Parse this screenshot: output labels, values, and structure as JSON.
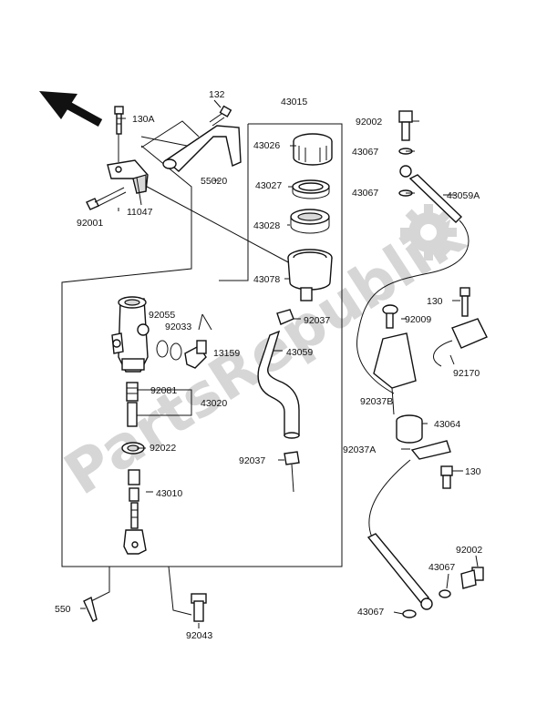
{
  "watermark": "PartsRepublik",
  "labels": {
    "l132": "132",
    "l43015": "43015",
    "l130A": "130A",
    "l92002_top": "92002",
    "l43026": "43026",
    "l43067_a": "43067",
    "l43027": "43027",
    "l43067_b": "43067",
    "l55020": "55020",
    "l43059A": "43059A",
    "l43028": "43028",
    "l92001": "92001",
    "l11047": "11047",
    "l43078": "43078",
    "l130": "130",
    "l92055": "92055",
    "l92037_top": "92037",
    "l92009": "92009",
    "l92033": "92033",
    "l13159": "13159",
    "l43059": "43059",
    "l92170": "92170",
    "l92081": "92081",
    "l43020": "43020",
    "l92037B": "92037B",
    "l43064": "43064",
    "l92022": "92022",
    "l92037_mid": "92037",
    "l92037A": "92037A",
    "l130_b": "130",
    "l43010": "43010",
    "l92002_bot": "92002",
    "l43067_c": "43067",
    "l550": "550",
    "l43067_d": "43067",
    "l92043": "92043"
  }
}
